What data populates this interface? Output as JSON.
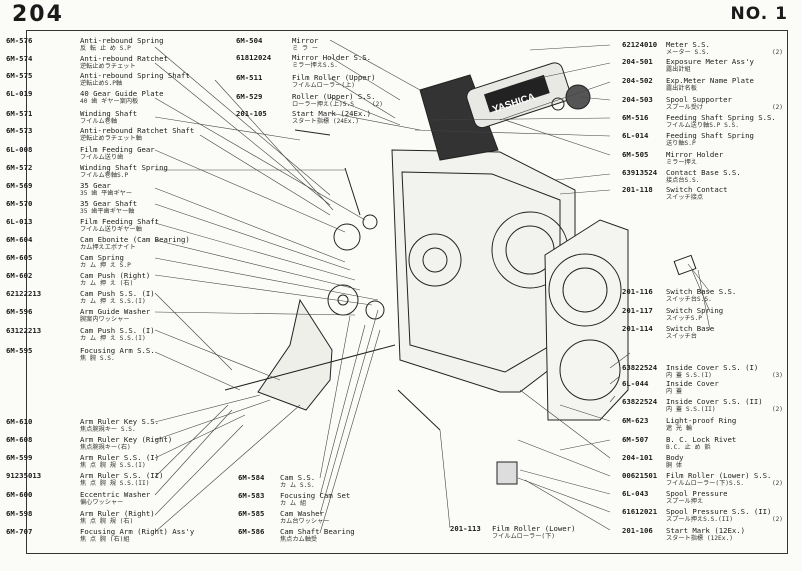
{
  "header": {
    "page_number": "204",
    "sheet": "NO. 1"
  },
  "camera_label": "YASHICA",
  "parts_left": [
    {
      "code": "6M-576",
      "name": "Anti-rebound Spring",
      "jp": "反 転 止 め S.P"
    },
    {
      "code": "6M-574",
      "name": "Anti-rebound Ratchet",
      "jp": "逆転止めラチェット"
    },
    {
      "code": "6M-575",
      "name": "Anti-rebound Spring Shaft",
      "jp": "逆転止めS.P軸"
    },
    {
      "code": "6L-019",
      "name": "40 Gear Guide Plate",
      "jp": "40 歯 ギヤー案内板"
    },
    {
      "code": "6M-571",
      "name": "Winding Shaft",
      "jp": "フイルム巻軸"
    },
    {
      "code": "6M-573",
      "name": "Anti-rebound Ratchet Shaft",
      "jp": "逆転止めラチェット軸"
    },
    {
      "code": "6L-008",
      "name": "Film Feeding Gear",
      "jp": "フイルム送り歯"
    },
    {
      "code": "6M-572",
      "name": "Winding Shaft Spring",
      "jp": "フイルム巻軸S.P"
    },
    {
      "code": "6M-569",
      "name": "35 Gear",
      "jp": "35 歯 平歯ギヤー"
    },
    {
      "code": "6M-570",
      "name": "35 Gear Shaft",
      "jp": "35 歯平歯ギヤー軸"
    },
    {
      "code": "6L-013",
      "name": "Film Feeding Shaft",
      "jp": "フイルム送りギヤー軸"
    },
    {
      "code": "6M-604",
      "name": "Cam Ebonite (Cam Bearing)",
      "jp": "カム押えエボナイト"
    },
    {
      "code": "6M-605",
      "name": "Cam Spring",
      "jp": "カ ム 押 え S.P"
    },
    {
      "code": "6M-602",
      "name": "Cam Push (Right)",
      "jp": "カ ム 押 え (右)"
    },
    {
      "code": "62122213",
      "name": "Cam Push S.S. (I)",
      "jp": "カ ム 押 え S.S.(I)"
    },
    {
      "code": "6M-596",
      "name": "Arm Guide Washer",
      "jp": "腕案内ワッシャー"
    },
    {
      "code": "63122213",
      "name": "Cam Push S.S. (I)",
      "jp": "カ ム 押 え S.S.(I)"
    },
    {
      "code": "6M-595",
      "name": "Focusing Arm S.S.",
      "jp": "焦 腕 S.S."
    },
    {
      "code": "6M-610",
      "name": "Arm Ruler Key S.S.",
      "jp": "焦点腕規キー S.S."
    },
    {
      "code": "6M-608",
      "name": "Arm Ruler Key (Right)",
      "jp": "焦点腕規キー(右)"
    },
    {
      "code": "6M-599",
      "name": "Arm Ruler S.S. (I)",
      "jp": "焦 点 腕 規 S.S.(I)"
    },
    {
      "code": "91235013",
      "name": "Arm Ruler S.S. (II)",
      "jp": "焦 点 腕 規 S.S.(II)"
    },
    {
      "code": "6M-600",
      "name": "Eccentric Washer",
      "jp": "偏心ワッシャー"
    },
    {
      "code": "6M-598",
      "name": "Arm Ruler (Right)",
      "jp": "焦 点 腕 規 (右)"
    },
    {
      "code": "6M-707",
      "name": "Focusing Arm (Right) Ass'y",
      "jp": "焦 点 腕 (右)組"
    }
  ],
  "parts_top": [
    {
      "code": "6M-504",
      "name": "Mirror",
      "jp": "ミ ラ ー"
    },
    {
      "code": "61812024",
      "name": "Mirror Holder S.S.",
      "jp": "ミラー押えS.S."
    },
    {
      "code": "6M-511",
      "name": "Film Roller (Upper)",
      "jp": "フイルムローラー(上)"
    },
    {
      "code": "6M-529",
      "name": "Roller (Upper) S.S.",
      "jp": "ローラー押え(上)S.S",
      "qty": "(2)"
    },
    {
      "code": "201-105",
      "name": "Start Mark (24Ex.)",
      "jp": "スタート指標 (24Ex.)"
    }
  ],
  "parts_right": [
    {
      "code": "62124010",
      "name": "Meter S.S.",
      "jp": "メーター S.S.",
      "qty": "(2)"
    },
    {
      "code": "204-501",
      "name": "Exposure Meter Ass'y",
      "jp": "露出計組"
    },
    {
      "code": "204-502",
      "name": "Exp.Meter Name Plate",
      "jp": "露出計名板"
    },
    {
      "code": "204-503",
      "name": "Spool Supporter",
      "jp": "スプール受け",
      "qty": "(2)"
    },
    {
      "code": "6M-516",
      "name": "Feeding Shaft Spring S.S.",
      "jp": "フイルム送り軸S.P S.S."
    },
    {
      "code": "6L-014",
      "name": "Feeding Shaft Spring",
      "jp": "送り軸S.P"
    },
    {
      "code": "6M-505",
      "name": "Mirror Holder",
      "jp": "ミラー押え"
    },
    {
      "code": "63913524",
      "name": "Contact Base S.S.",
      "jp": "接点台S.S."
    },
    {
      "code": "201-118",
      "name": "Switch Contact",
      "jp": "スイッチ接点"
    },
    {
      "code": "201-116",
      "name": "Switch Base S.S.",
      "jp": "スイッチ台S.S."
    },
    {
      "code": "201-117",
      "name": "Switch Spring",
      "jp": "スイッチS.P"
    },
    {
      "code": "201-114",
      "name": "Switch Base",
      "jp": "スイッチ台"
    },
    {
      "code": "63822524",
      "name": "Inside Cover S.S. (I)",
      "jp": "内 蓋 S.S.(I)",
      "qty": "(3)"
    },
    {
      "code": "6L-044",
      "name": "Inside Cover",
      "jp": "内 蓋"
    },
    {
      "code": "63822524",
      "name": "Inside Cover S.S. (II)",
      "jp": "内 蓋 S.S.(II)",
      "qty": "(2)"
    },
    {
      "code": "6M-623",
      "name": "Light-proof Ring",
      "jp": "遮 光 輪"
    },
    {
      "code": "6M-507",
      "name": "B. C. Lock Rivet",
      "jp": "B.C. 止 め 鋲"
    },
    {
      "code": "204-101",
      "name": "Body",
      "jp": "胴 体"
    },
    {
      "code": "00621501",
      "name": "Film Roller (Lower) S.S.",
      "jp": "フイルムローラー(下)S.S.",
      "qty": "(2)"
    },
    {
      "code": "6L-043",
      "name": "Spool Pressure",
      "jp": "スプール押え"
    },
    {
      "code": "61612021",
      "name": "Spool Pressure S.S. (II)",
      "jp": "スプール押えS.S.(II)",
      "qty": "(2)"
    },
    {
      "code": "201-106",
      "name": "Start Mark (12Ex.)",
      "jp": "スタート指標 (12Ex.)"
    }
  ],
  "parts_bottom": [
    {
      "code": "6M-584",
      "name": "Cam S.S.",
      "jp": "カ ム S.S."
    },
    {
      "code": "6M-583",
      "name": "Focusing Cam Set",
      "jp": "カ ム 組"
    },
    {
      "code": "6M-585",
      "name": "Cam Washer",
      "jp": "カム台ワッシャー"
    },
    {
      "code": "6M-586",
      "name": "Cam Shaft Bearing",
      "jp": "焦点カム軸受"
    },
    {
      "code": "201-113",
      "name": "Film Roller (Lower)",
      "jp": "フイルムローラー(下)"
    }
  ]
}
